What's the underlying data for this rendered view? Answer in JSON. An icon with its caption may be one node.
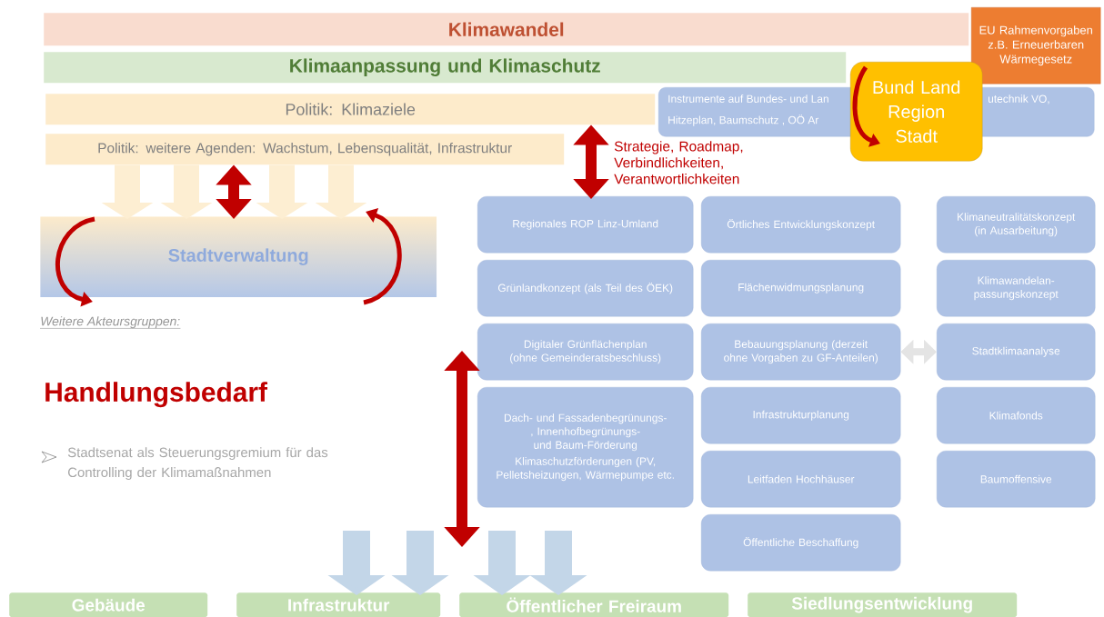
{
  "diagram": {
    "nodes": [
      {
        "text": [
          "Klimawandel"
        ]
      },
      {
        "text": [
          "Klimaanpassung und Klimaschutz"
        ]
      },
      {
        "text": [
          "Politik: Klimaziele"
        ]
      },
      {
        "text": [
          "Politik: weitere Agenden: Wachstum, Lebensqualität, Infrastruktur"
        ]
      },
      {
        "text": [
          "Stadtverwaltung"
        ]
      },
      {
        "text": [
          "EU Rahmenvorgaben z.B. Erneuerbaren Wärmegesetz"
        ]
      },
      {
        "text": [
          "Instrumente auf Bundes- und Lan",
          "utechnik VO,",
          "Hitzeplan, Baumschutz , OÖ Ar"
        ]
      },
      {
        "text": [
          "Bund Land Region Stadt"
        ]
      },
      {
        "text": [
          "Regionales ROP Linz-Umland"
        ]
      },
      {
        "text": [
          "Örtliches Entwicklungskonzept"
        ]
      },
      {
        "text": [
          "Klimaneutralitätskonzept (in Ausarbeitung)"
        ]
      },
      {
        "text": [
          "Grünlandkonzept (als Teil des ÖEK)"
        ]
      },
      {
        "text": [
          "Flächenwidmungsplanung"
        ]
      },
      {
        "text": [
          "Klimawandelan- passungskonzept"
        ]
      },
      {
        "text": [
          "Digitaler Grünflächenplan (ohne Gemeinderatsbeschluss)"
        ]
      },
      {
        "text": [
          "Bebauungsplanung (derzeit ohne Vorgaben zu GF-Anteilen)"
        ]
      },
      {
        "text": [
          "Stadtklimaanalyse"
        ]
      },
      {
        "text": [
          "Dach- und Fassadenbegrünungs-, Innenhofbegrünungs- und Baum-Förderung",
          "Klimaschutzförderungen (PV, Pelletsheizungen, Wärmepumpe etc."
        ]
      },
      {
        "text": [
          "Infrastrukturplanung"
        ]
      },
      {
        "text": [
          "Klimafonds"
        ]
      },
      {
        "text": [
          "Leitfaden Hochhäuser"
        ]
      },
      {
        "text": [
          "Baumoffensive"
        ]
      },
      {
        "text": [
          "Öffentliche Beschaffung"
        ]
      },
      {
        "text": [
          "Gebäude"
        ]
      },
      {
        "text": [
          "Infrastruktur"
        ]
      },
      {
        "text": [
          "Öffentlicher Freiraum"
        ]
      },
      {
        "text": [
          "Siedlungsentwicklung"
        ]
      }
    ],
    "edges": [
      {
        "from": 3,
        "to": 4,
        "arrow": "both",
        "color": "#c00000"
      },
      {
        "from": 2,
        "to": 8,
        "arrow": "both",
        "color": "#c00000"
      },
      {
        "from": 15,
        "to": 16,
        "arrow": "both",
        "color": "#e4e4e4"
      },
      {
        "from": 3,
        "to": 4,
        "arrow": "to",
        "color": "#fdeed2"
      },
      {
        "from": 3,
        "to": 4,
        "arrow": "to",
        "color": "#fdeed2"
      },
      {
        "from": 3,
        "to": 4,
        "arrow": "to",
        "color": "#fdeed2"
      },
      {
        "from": 3,
        "to": 4,
        "arrow": "to",
        "color": "#fdeed2"
      },
      {
        "from": null,
        "to": 24,
        "arrow": "to",
        "color": "#c3d6e8"
      },
      {
        "from": null,
        "to": 24,
        "arrow": "to",
        "color": "#c3d6e8"
      },
      {
        "from": null,
        "to": 25,
        "arrow": "to",
        "color": "#c3d6e8"
      },
      {
        "from": null,
        "to": 25,
        "arrow": "to",
        "color": "#c3d6e8"
      }
    ],
    "labels": [
      "Strategie, Roadmap, Verbindlichkeiten, Verantwortlichkeiten",
      "Weitere Akteursgruppen:",
      "Handlungsbedarf",
      "Stadtsenat als Steuerungsgremium für das Controlling der Klimamaßnahmen"
    ]
  }
}
